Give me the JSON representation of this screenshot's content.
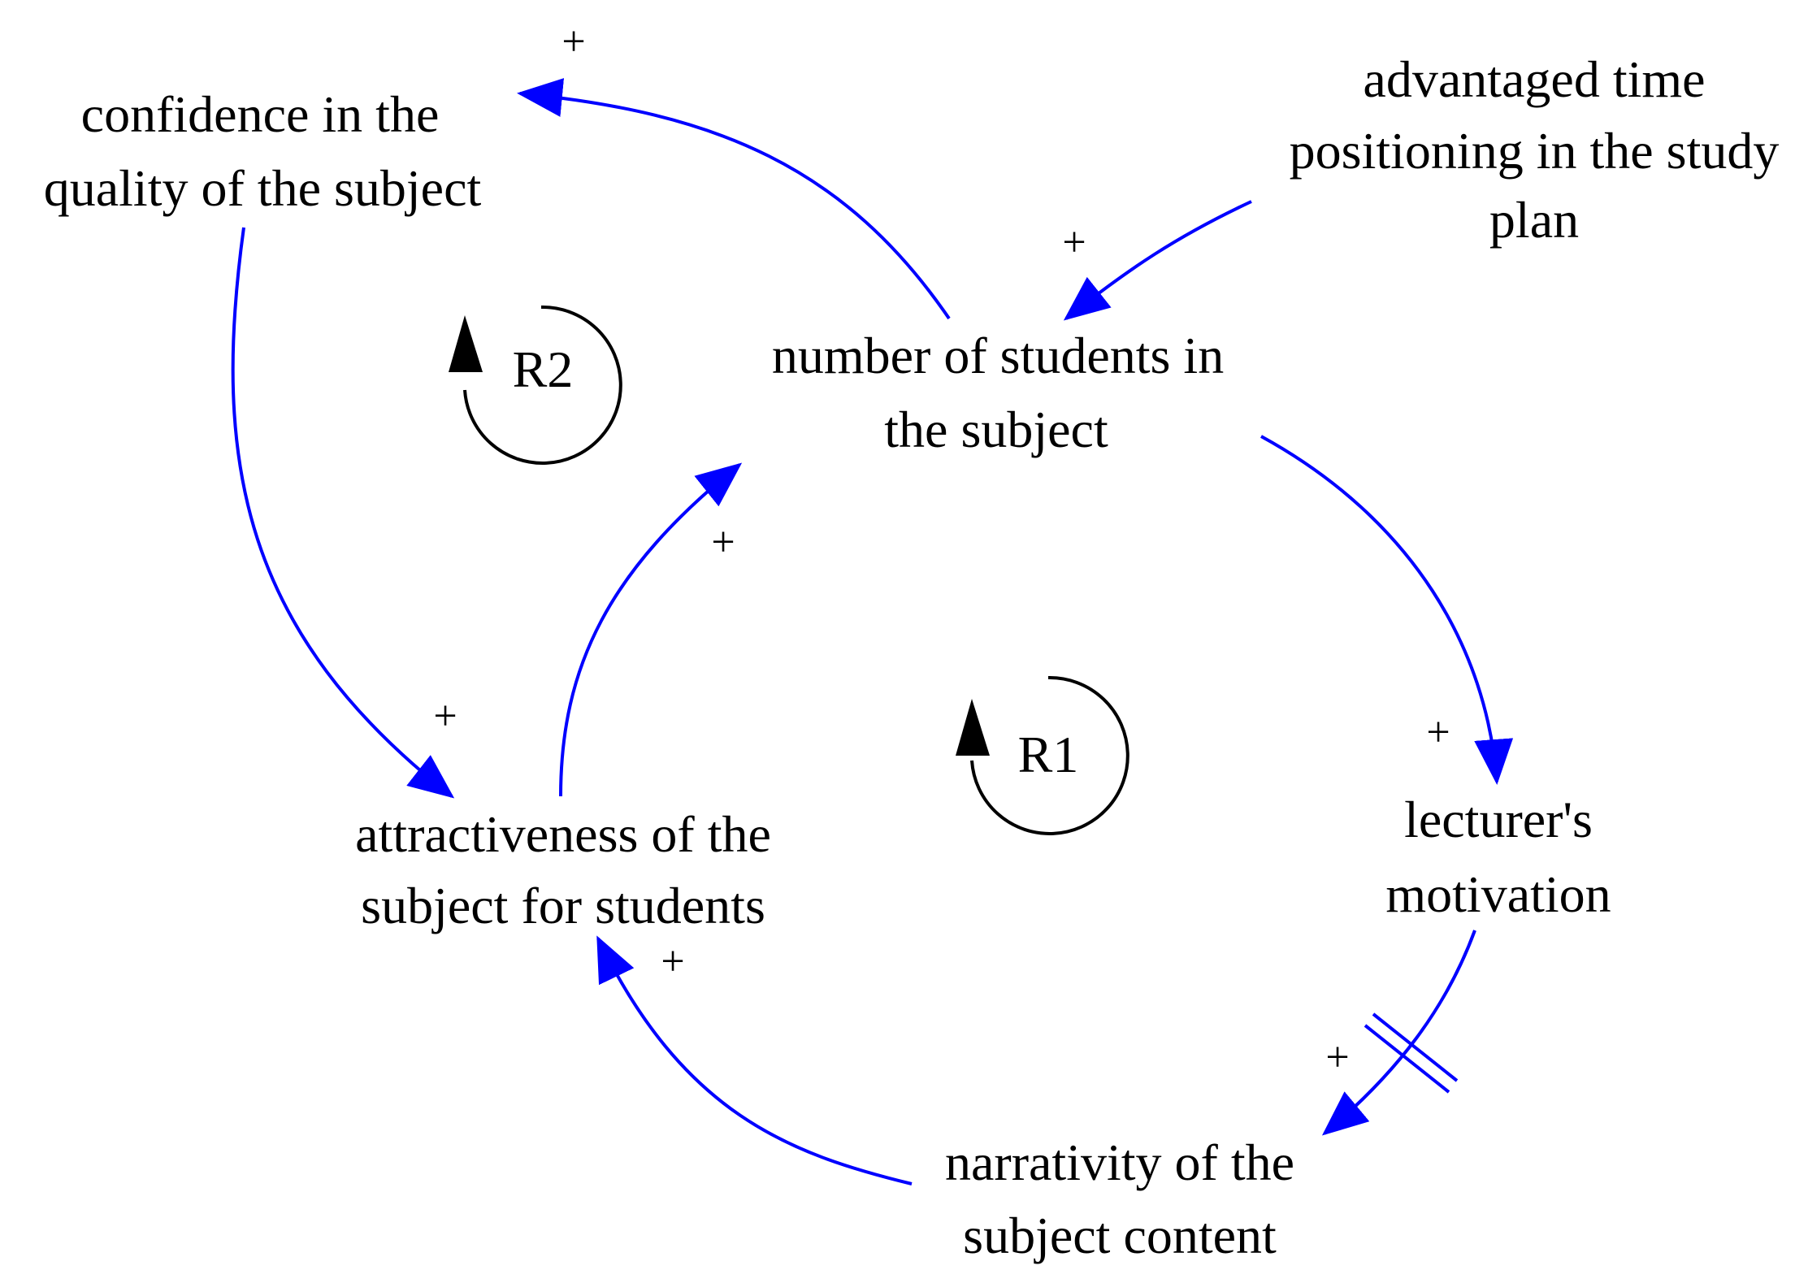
{
  "variables": {
    "confidence": [
      "confidence in the",
      "quality of the subject"
    ],
    "advantaged": [
      "advantaged time",
      "positioning in the study",
      "plan"
    ],
    "students": [
      "number of students in",
      "the subject"
    ],
    "attractiveness": [
      "attractiveness of the",
      "subject for students"
    ],
    "motivation": [
      "lecturer's",
      "motivation"
    ],
    "narrativity": [
      "narrativity of the",
      "subject content"
    ]
  },
  "loops": {
    "r1": "R1",
    "r2": "R2"
  },
  "links": [
    {
      "from": "number of students in the subject",
      "to": "confidence in the quality of the subject",
      "polarity": "+"
    },
    {
      "from": "advantaged time positioning in the study plan",
      "to": "number of students in the subject",
      "polarity": "+"
    },
    {
      "from": "confidence in the quality of the subject",
      "to": "attractiveness of the subject for students",
      "polarity": "+"
    },
    {
      "from": "attractiveness of the subject for students",
      "to": "number of students in the subject",
      "polarity": "+"
    },
    {
      "from": "number of students in the subject",
      "to": "lecturer's motivation",
      "polarity": "+"
    },
    {
      "from": "lecturer's motivation",
      "to": "narrativity of the subject content",
      "polarity": "+",
      "delay": true
    },
    {
      "from": "narrativity of the subject content",
      "to": "attractiveness of the subject for students",
      "polarity": "+"
    }
  ],
  "colors": {
    "link": "#0000ff",
    "loop": "#000000",
    "text": "#000000"
  }
}
